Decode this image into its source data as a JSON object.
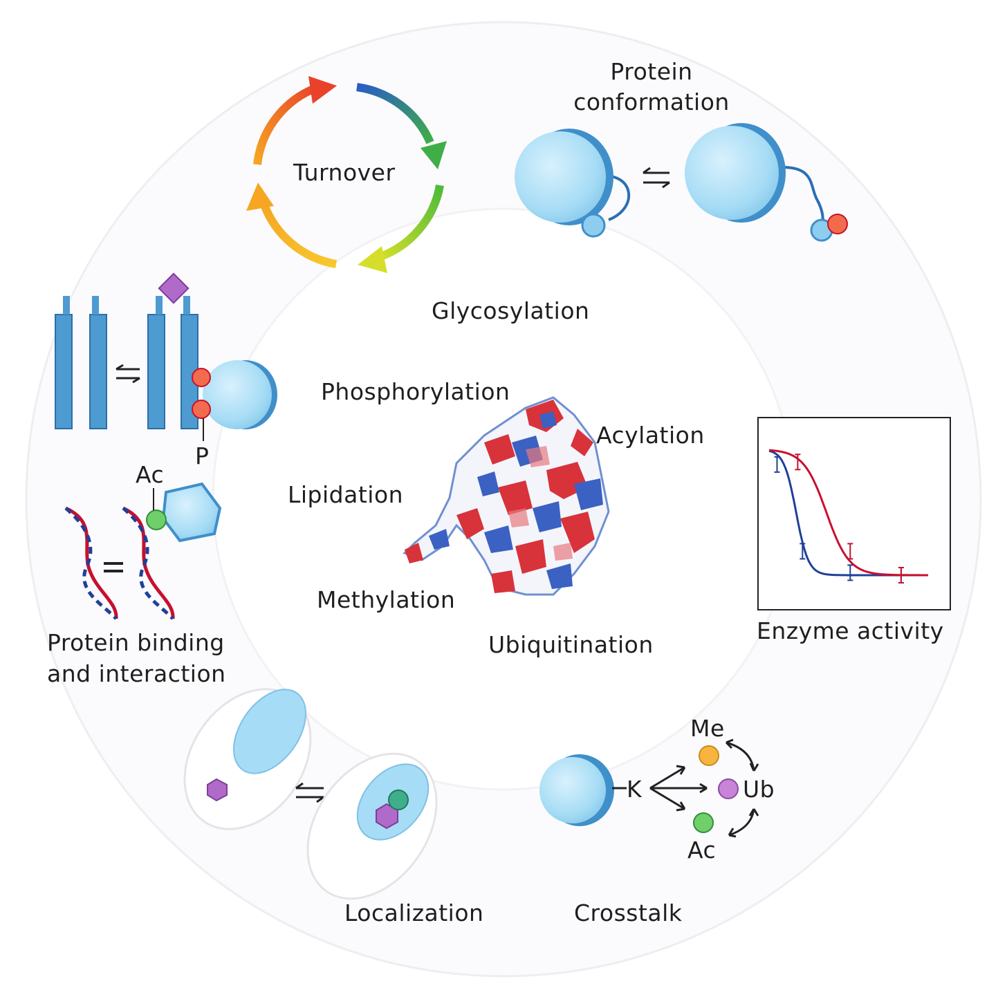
{
  "diagram": {
    "center_labels": {
      "glycosylation": "Glycosylation",
      "phosphorylation": "Phosphorylation",
      "acylation": "Acylation",
      "lipidation": "Lipidation",
      "methylation": "Methylation",
      "ubiquitination": "Ubiquitination"
    },
    "outer_labels": {
      "turnover": "Turnover",
      "protein_conformation_line1": "Protein",
      "protein_conformation_line2": "conformation",
      "protein_binding_line1": "Protein binding",
      "protein_binding_line2": "and interaction",
      "enzyme_activity": "Enzyme activity",
      "localization": "Localization",
      "crosstalk": "Crosstalk"
    },
    "marks": {
      "phosphate": "P",
      "acetyl": "Ac",
      "lysine": "K",
      "methyl": "Me",
      "ubiquitin": "Ub",
      "acetyl_crosstalk": "Ac"
    },
    "colors": {
      "protein_fill": "#a6dcf5",
      "protein_edge": "#3f8fca",
      "phosphate": "#f26b4d",
      "acetyl_green": "#6fcf6a",
      "purple_glycan": "#b06ac9",
      "methyl_orange": "#f7b540",
      "curve_red": "#c8102e",
      "curve_blue": "#1f3f99"
    }
  },
  "chart_data": {
    "type": "line",
    "title": "",
    "xlabel": "",
    "ylabel": "",
    "grid": false,
    "legend": "none",
    "xlim": [
      0,
      10
    ],
    "ylim": [
      0,
      1
    ],
    "series": [
      {
        "color": "#1f3f99",
        "x": [
          0.5,
          2.1,
          5.1,
          8.3
        ],
        "y": [
          0.88,
          0.19,
          0.02,
          0.0
        ]
      },
      {
        "color": "#c8102e",
        "x": [
          1.8,
          5.1,
          8.3
        ],
        "y": [
          0.9,
          0.19,
          0.0
        ]
      }
    ]
  }
}
